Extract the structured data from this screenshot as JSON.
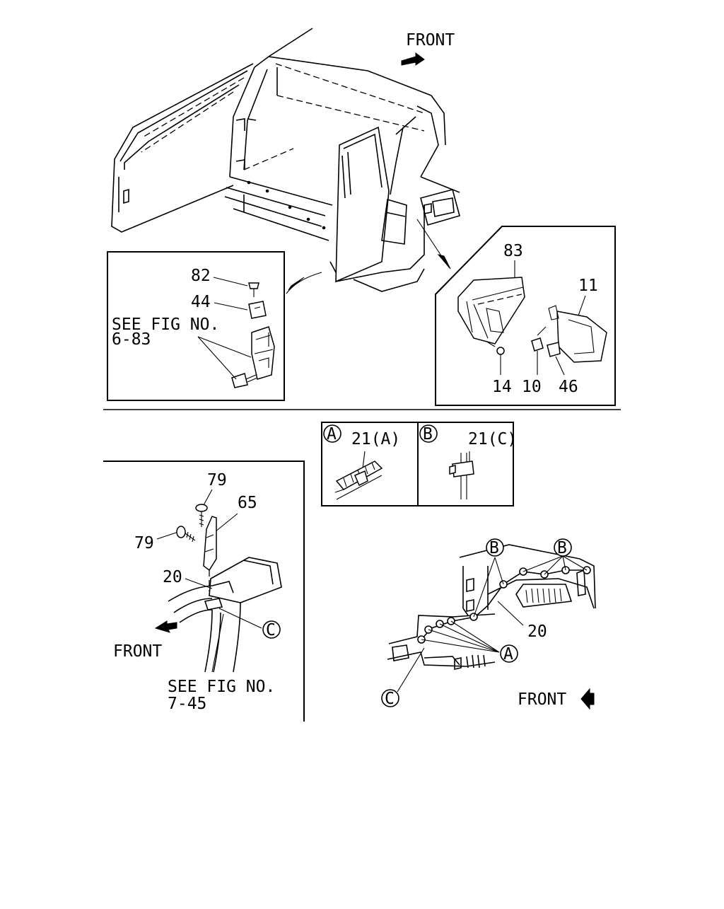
{
  "labels": {
    "front_top": "FRONT",
    "front_left": "FRONT",
    "front_right": "FRONT",
    "see_fig_1_line1": "SEE FIG NO.",
    "see_fig_1_line2": "6-83",
    "see_fig_2_line1": "SEE FIG NO.",
    "see_fig_2_line2": "7-45",
    "part_82": "82",
    "part_44": "44",
    "part_83": "83",
    "part_11": "11",
    "part_14": "14",
    "part_10": "10",
    "part_46": "46",
    "part_21a": "21(A)",
    "part_21c": "21(C)",
    "part_79_top": "79",
    "part_79_left": "79",
    "part_65": "65",
    "part_20_left": "20",
    "part_20_right": "20"
  },
  "callouts": {
    "a": "A",
    "b": "B",
    "c": "C"
  }
}
